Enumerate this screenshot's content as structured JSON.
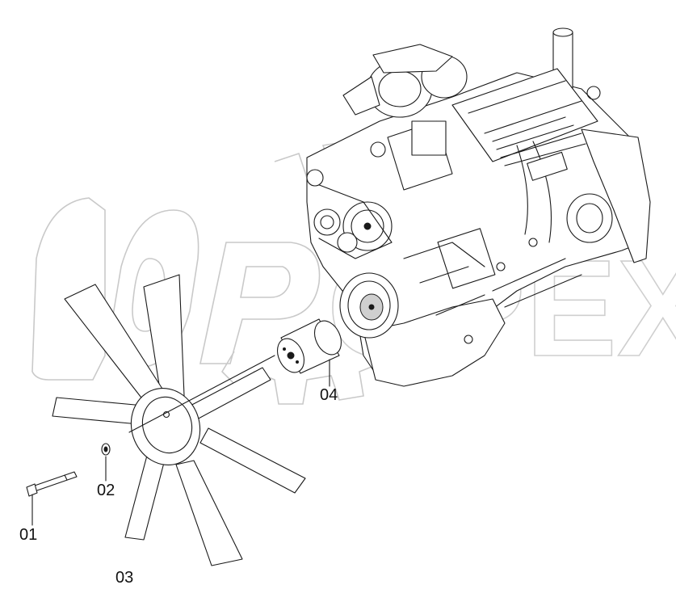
{
  "watermark": {
    "text": "OPEX"
  },
  "callouts": [
    {
      "id": "01",
      "label": "01"
    },
    {
      "id": "02",
      "label": "02"
    },
    {
      "id": "03",
      "label": "03"
    },
    {
      "id": "04",
      "label": "04"
    }
  ],
  "colors": {
    "line": "#1a1a1a",
    "watermark": "#c9c9c9",
    "background": "#ffffff"
  }
}
